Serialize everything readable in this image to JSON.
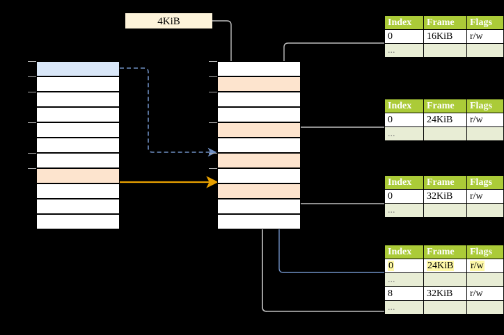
{
  "diagram": {
    "title_label": {
      "text": "4KiB"
    },
    "virtual_column": {
      "name": "virtual-address-space-column",
      "rows": [
        {
          "fill": "blue",
          "text": ""
        },
        {
          "fill": "white",
          "text": ""
        },
        {
          "fill": "white",
          "text": ""
        },
        {
          "fill": "white",
          "text": ""
        },
        {
          "fill": "white",
          "text": ""
        },
        {
          "fill": "white",
          "text": ""
        },
        {
          "fill": "white",
          "text": ""
        },
        {
          "fill": "peach",
          "text": ""
        },
        {
          "fill": "white",
          "text": ""
        },
        {
          "fill": "white",
          "text": ""
        },
        {
          "fill": "white",
          "text": ""
        }
      ]
    },
    "physical_column": {
      "name": "physical-memory-column",
      "rows": [
        {
          "fill": "white",
          "text": ""
        },
        {
          "fill": "peach",
          "text": ""
        },
        {
          "fill": "white",
          "text": ""
        },
        {
          "fill": "white",
          "text": ""
        },
        {
          "fill": "peach",
          "text": ""
        },
        {
          "fill": "white",
          "text": ""
        },
        {
          "fill": "peach",
          "text": ""
        },
        {
          "fill": "white",
          "text": ""
        },
        {
          "fill": "peach",
          "text": ""
        },
        {
          "fill": "white",
          "text": ""
        },
        {
          "fill": "white",
          "text": ""
        }
      ]
    },
    "tables": [
      {
        "name": "page-table-1",
        "headers": [
          "Index",
          "Frame",
          "Flags"
        ],
        "rows": [
          {
            "cells": [
              "0",
              "16KiB",
              "r/w"
            ],
            "alt": false,
            "highlight": false
          },
          {
            "cells": [
              "...",
              "",
              ""
            ],
            "alt": true,
            "highlight": false
          }
        ]
      },
      {
        "name": "page-table-2",
        "headers": [
          "Index",
          "Frame",
          "Flags"
        ],
        "rows": [
          {
            "cells": [
              "0",
              "24KiB",
              "r/w"
            ],
            "alt": false,
            "highlight": false
          },
          {
            "cells": [
              "...",
              "",
              ""
            ],
            "alt": true,
            "highlight": false
          }
        ]
      },
      {
        "name": "page-table-3",
        "headers": [
          "Index",
          "Frame",
          "Flags"
        ],
        "rows": [
          {
            "cells": [
              "0",
              "32KiB",
              "r/w"
            ],
            "alt": false,
            "highlight": false
          },
          {
            "cells": [
              "...",
              "",
              ""
            ],
            "alt": true,
            "highlight": false
          }
        ]
      },
      {
        "name": "page-table-4",
        "headers": [
          "Index",
          "Frame",
          "Flags"
        ],
        "rows": [
          {
            "cells": [
              "0",
              "24KiB",
              "r/w"
            ],
            "alt": false,
            "highlight": true
          },
          {
            "cells": [
              "...",
              "",
              ""
            ],
            "alt": true,
            "highlight": false
          },
          {
            "cells": [
              "8",
              "32KiB",
              "r/w"
            ],
            "alt": false,
            "highlight": false
          },
          {
            "cells": [
              "...",
              "",
              ""
            ],
            "alt": true,
            "highlight": false
          }
        ]
      }
    ],
    "colors": {
      "background": "#000000",
      "header_green": "#abcb38",
      "alt_row_green": "#e8edd5",
      "peach_row": "#fde4ce",
      "blue_row": "#d9e7f8",
      "label_cream": "#fdf3da",
      "highlight_yellow": "#fff9a8",
      "orange_arrow": "#e8a000",
      "blue_arrow": "#6f8fc4",
      "gray_wire": "#c0c0c0"
    }
  }
}
